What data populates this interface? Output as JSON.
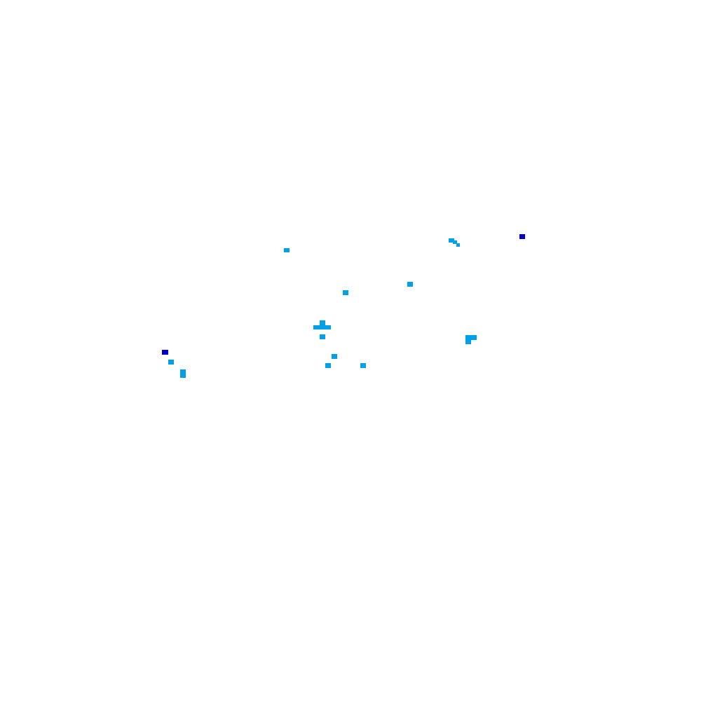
{
  "map": {
    "background_color": "#ffffff",
    "colors": {
      "light": "#00a0e9",
      "dark": "#0000cc"
    },
    "features": [
      {
        "level": "light"
      },
      {
        "level": "light"
      },
      {
        "level": "dark"
      },
      {
        "level": "light"
      },
      {
        "level": "light"
      },
      {
        "level": "light"
      },
      {
        "level": "light"
      },
      {
        "level": "light"
      },
      {
        "level": "light"
      },
      {
        "level": "dark"
      },
      {
        "level": "light"
      },
      {
        "level": "light"
      },
      {
        "level": "light"
      },
      {
        "level": "light"
      },
      {
        "level": "light"
      }
    ]
  }
}
